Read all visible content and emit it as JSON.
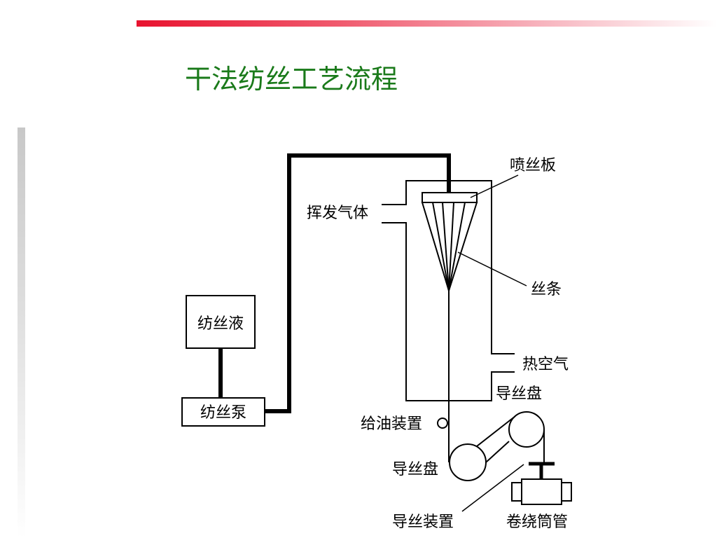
{
  "slide": {
    "title": "干法纺丝工艺流程"
  },
  "diagram": {
    "labels": {
      "spinneret": "喷丝板",
      "volatile_gas": "挥发气体",
      "filament": "丝条",
      "hot_air": "热空气",
      "guide_disk_upper": "导丝盘",
      "spinning_solution": "纺丝液",
      "spinning_pump": "纺丝泵",
      "oiling_device": "给油装置",
      "guide_disk_lower": "导丝盘",
      "guide_device": "导丝装置",
      "winding_bobbin": "卷绕筒管"
    }
  },
  "colors": {
    "title": "#1a7a1a",
    "accent_bar": "#e8132f",
    "line": "#000000"
  }
}
